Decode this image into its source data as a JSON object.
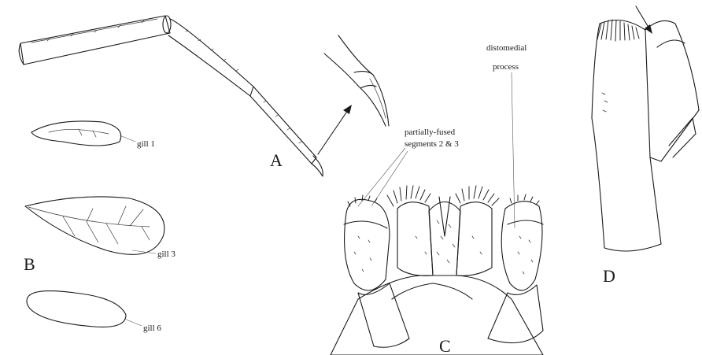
{
  "panel_labels": {
    "a": "A",
    "b": "B",
    "c": "C",
    "d": "D"
  },
  "gill_labels": {
    "gill1": "gill 1",
    "gill3": "gill 3",
    "gill6": "gill 6"
  },
  "annotations": {
    "partially_fused_line1": "partially-fused",
    "partially_fused_line2": "segments 2 & 3",
    "distomedial_line1": "distomedial",
    "distomedial_line2": "process"
  }
}
